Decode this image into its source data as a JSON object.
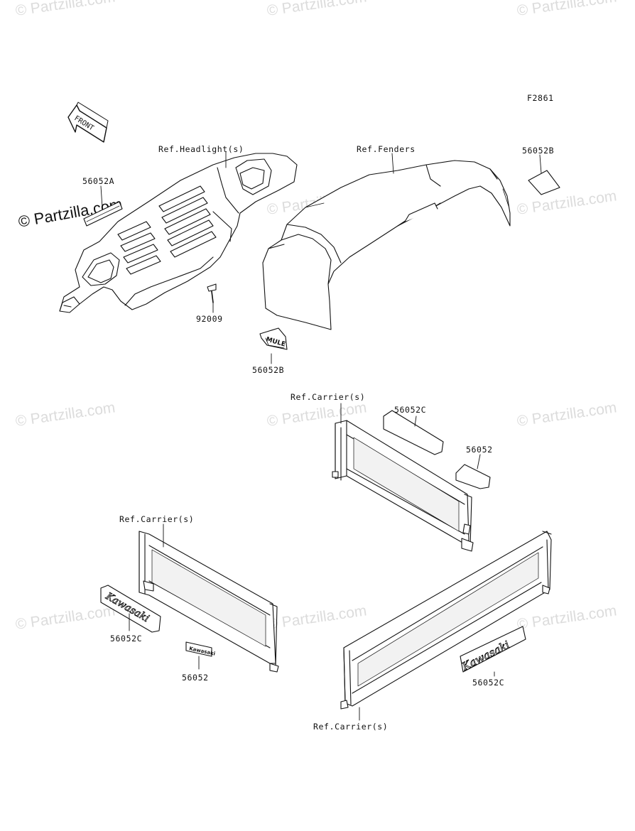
{
  "diagram_code": "F2861",
  "front_arrow_label": "FRONT",
  "watermark": "© Partzilla.com",
  "watermark_emphasized": "© Partzilla.com",
  "badge_text": {
    "mule": "MULE",
    "kawasaki": "Kawasaki"
  },
  "callouts": {
    "headlight_ref": "Ref.Headlight(s)",
    "fenders_ref": "Ref.Fenders",
    "part_56052B_right": "56052B",
    "part_56052A": "56052A",
    "part_92009": "92009",
    "part_56052B_bottom": "56052B",
    "carrier_ref_top": "Ref.Carrier(s)",
    "part_56052C_top": "56052C",
    "part_56052_top": "56052",
    "carrier_ref_left": "Ref.Carrier(s)",
    "part_56052C_left": "56052C",
    "part_56052_left": "56052",
    "part_56052C_right": "56052C",
    "carrier_ref_bottom": "Ref.Carrier(s)"
  },
  "colors": {
    "line": "#111111",
    "watermark": "#dcdcdc",
    "panel_fill": "#f2f2f2"
  }
}
